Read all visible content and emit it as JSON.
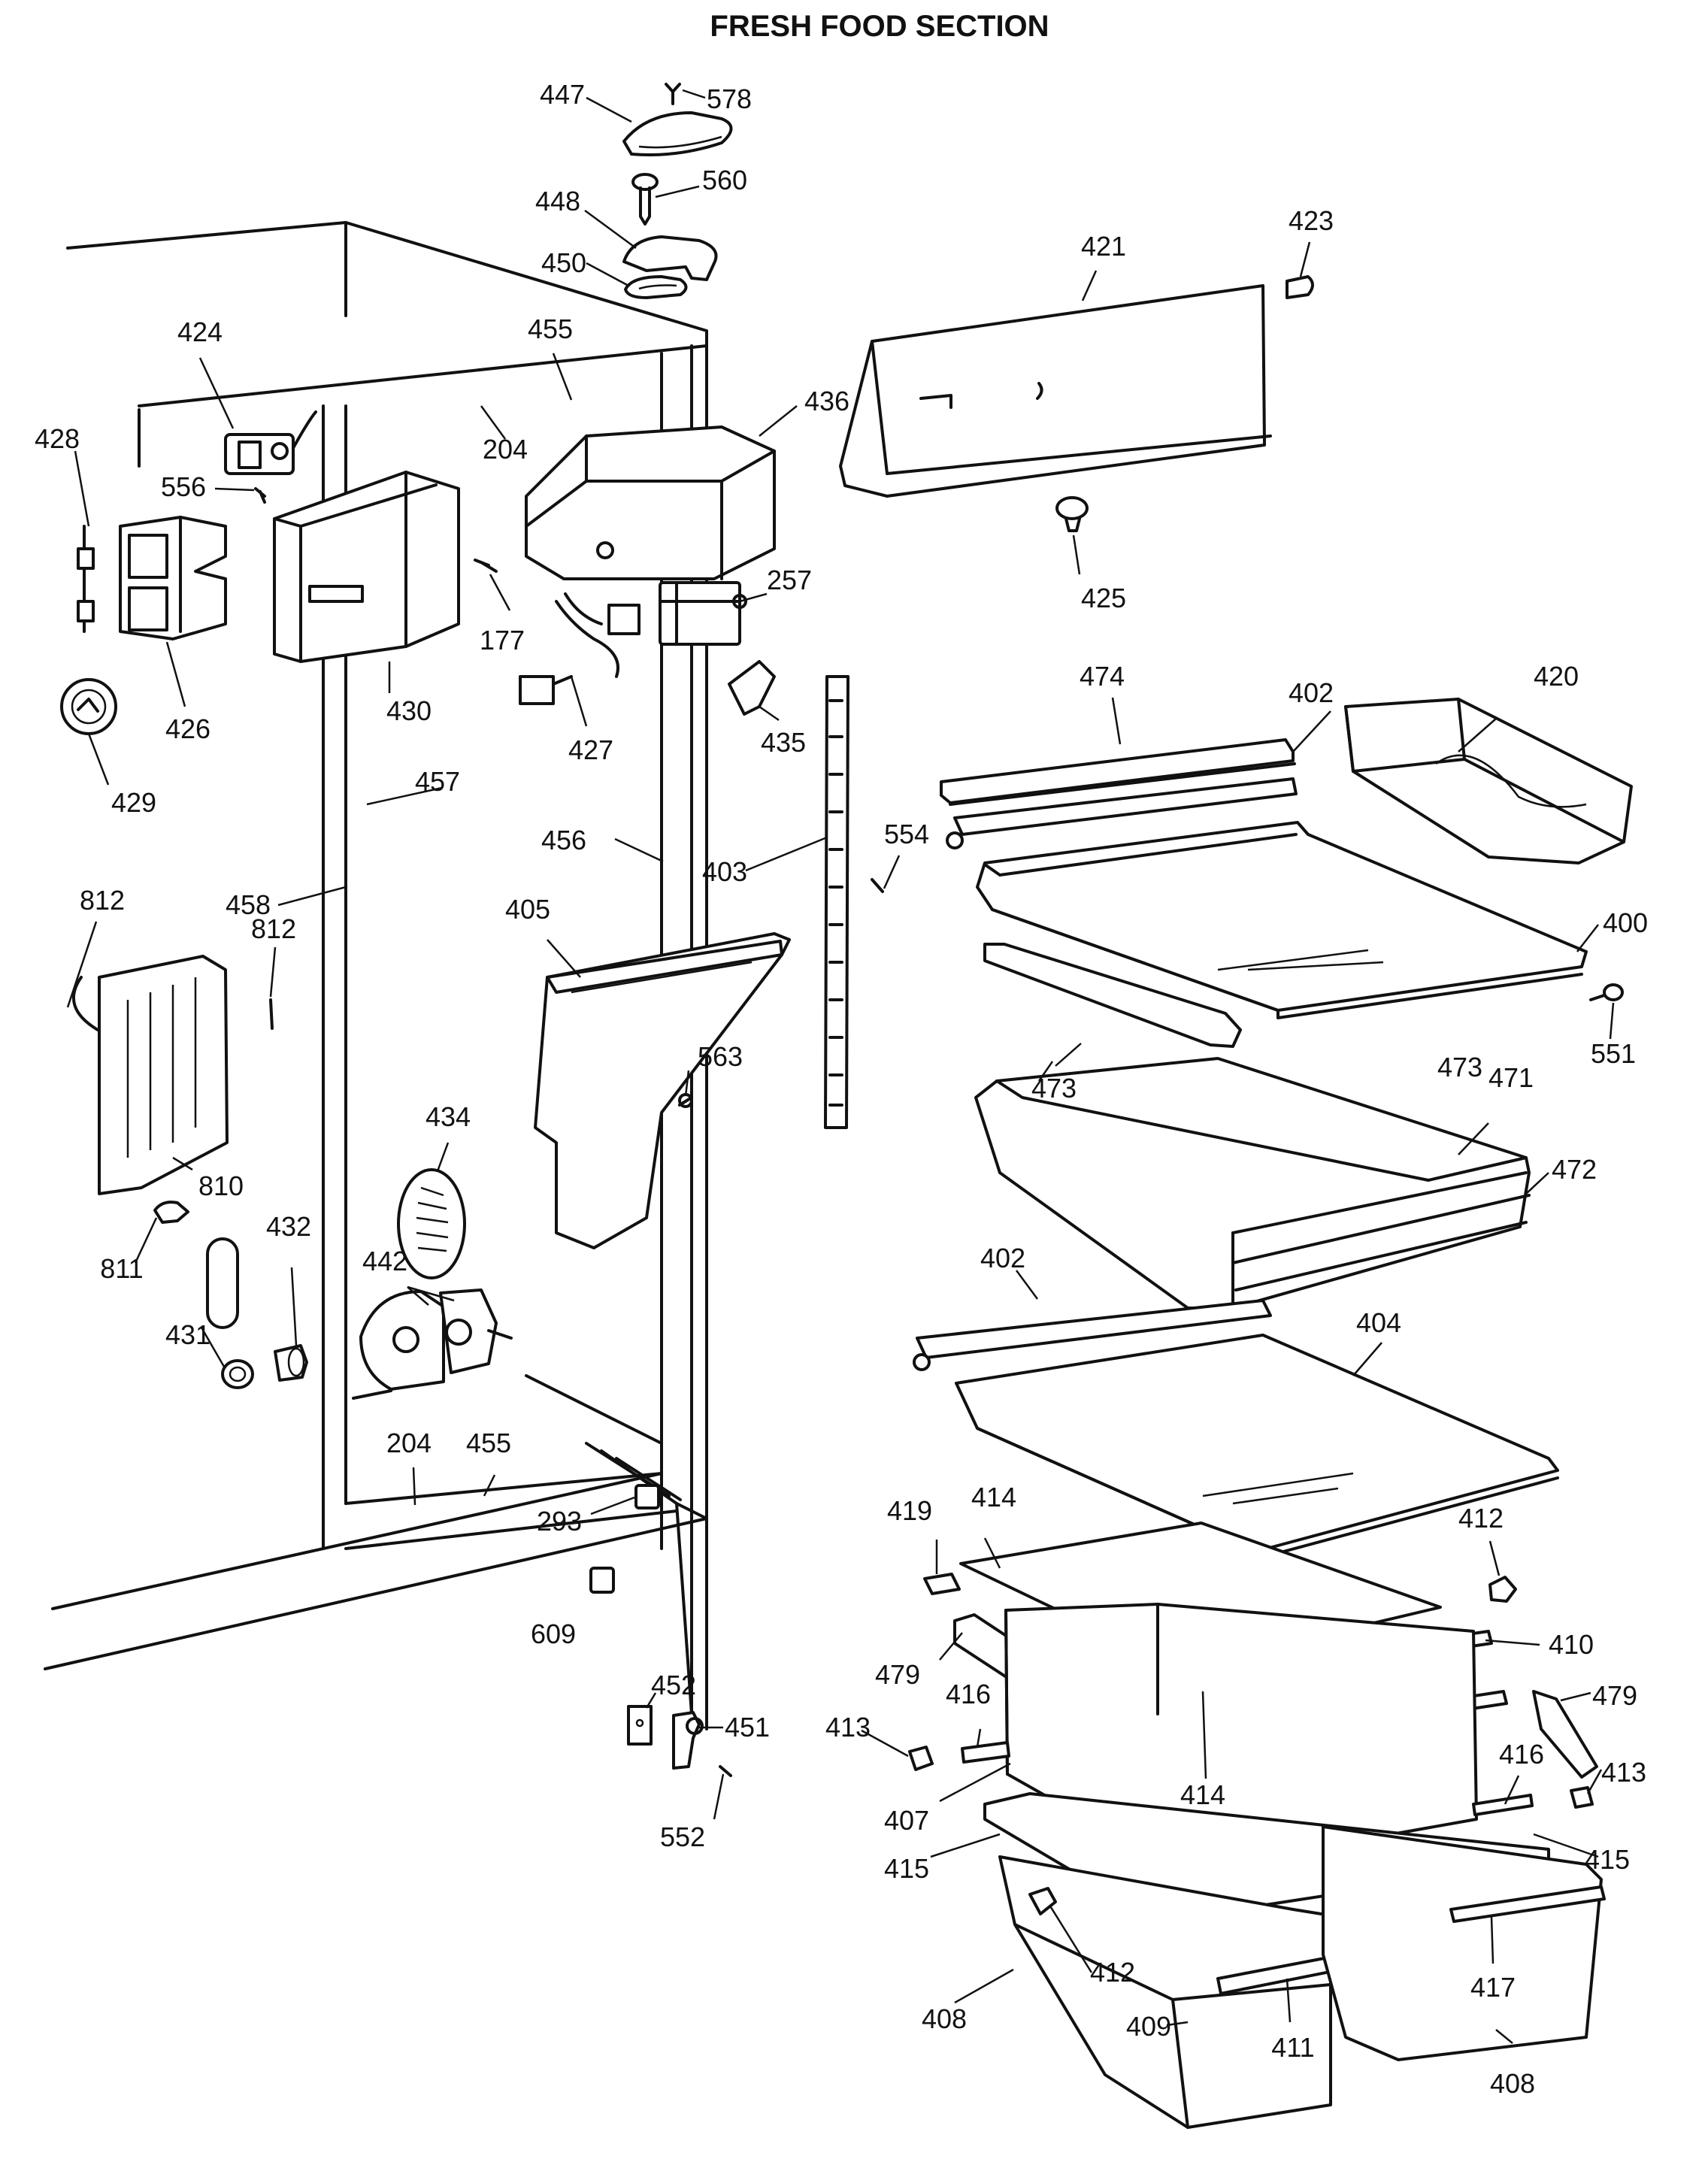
{
  "title": "FRESH FOOD SECTION",
  "callouts": {
    "c447": "447",
    "c578": "578",
    "c560": "560",
    "c448": "448",
    "c450": "450",
    "c424": "424",
    "c455a": "455",
    "c436": "436",
    "c421": "421",
    "c423": "423",
    "c428": "428",
    "c556": "556",
    "c204a": "204",
    "c425": "425",
    "c257": "257",
    "c177": "177",
    "c426": "426",
    "c430": "430",
    "c427": "427",
    "c435": "435",
    "c474": "474",
    "c402a": "402",
    "c420": "420",
    "c429": "429",
    "c457": "457",
    "c456": "456",
    "c403": "403",
    "c554": "554",
    "c400": "400",
    "c812a": "812",
    "c458": "458",
    "c405": "405",
    "c812b": "812",
    "c563": "563",
    "c551": "551",
    "c473a": "473",
    "c473b": "473",
    "c471": "471",
    "c434": "434",
    "c810": "810",
    "c472": "472",
    "c811": "811",
    "c432": "432",
    "c442": "442",
    "c402b": "402",
    "c404": "404",
    "c431": "431",
    "c204b": "204",
    "c455b": "455",
    "c419": "419",
    "c414a": "414",
    "c412a": "412",
    "c293": "293",
    "c609": "609",
    "c479a": "479",
    "c410": "410",
    "c479b": "479",
    "c452": "452",
    "c416a": "416",
    "c413a": "413",
    "c451": "451",
    "c414b": "414",
    "c416b": "416",
    "c413b": "413",
    "c407": "407",
    "c552": "552",
    "c415a": "415",
    "c415b": "415",
    "c412b": "412",
    "c417": "417",
    "c408a": "408",
    "c409": "409",
    "c411": "411",
    "c408b": "408"
  }
}
